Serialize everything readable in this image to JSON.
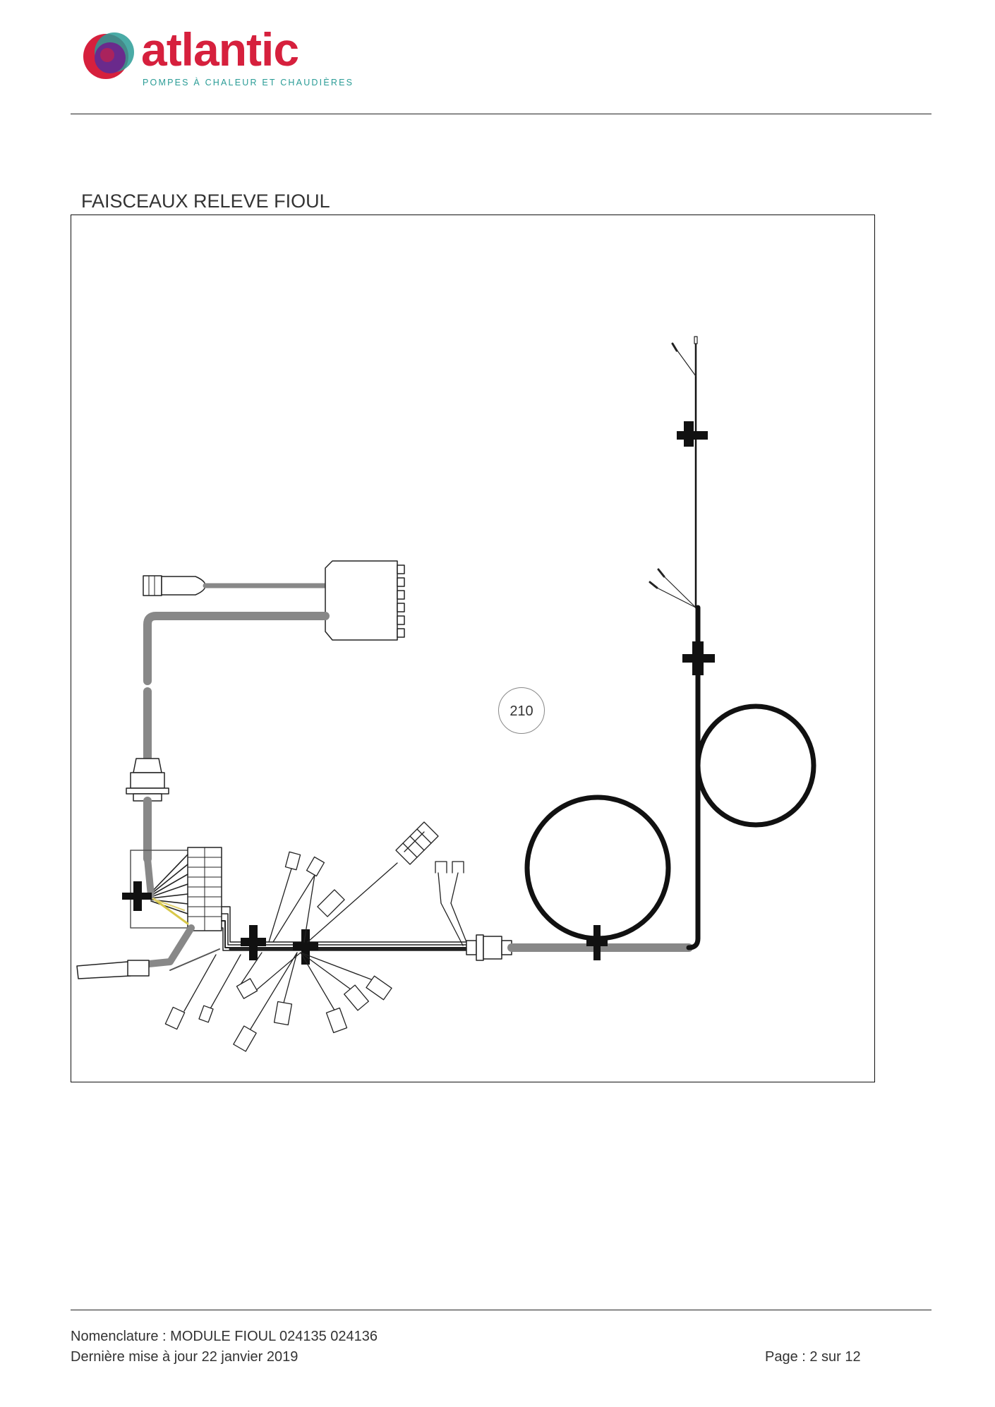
{
  "header": {
    "brand": "atlantic",
    "tagline": "POMPES À CHALEUR ET CHAUDIÈRES",
    "colors": {
      "brand_red": "#d6203d",
      "brand_teal": "#2a9c96",
      "brand_purple": "#6a2a8c"
    }
  },
  "section": {
    "title": "FAISCEAUX RELEVE FIOUL"
  },
  "diagram": {
    "reference_label": "210"
  },
  "footer": {
    "nomenclature": "Nomenclature : MODULE FIOUL 024135 024136",
    "updated": "Dernière mise à jour 22 janvier 2019",
    "page": "Page : 2 sur 12"
  }
}
